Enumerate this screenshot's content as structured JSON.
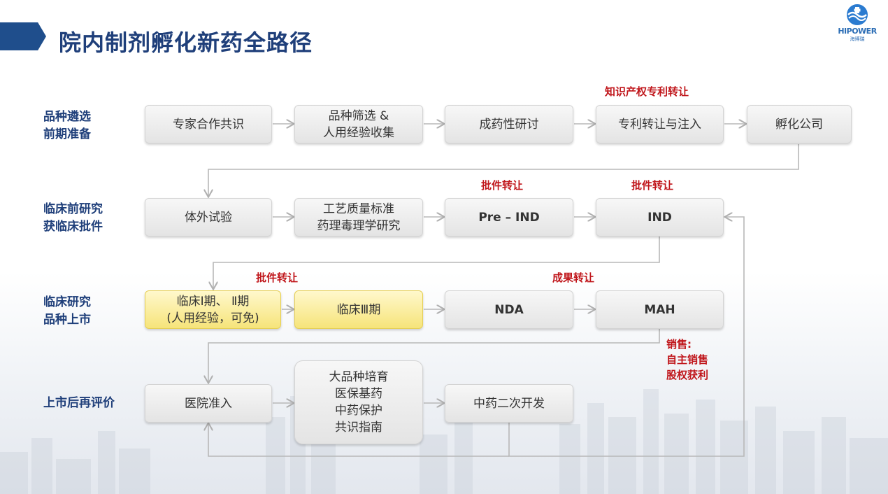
{
  "title": "院内制剂孵化新药全路径",
  "logo": {
    "text": "HIPOWER",
    "sub": "海博瑞"
  },
  "rows": [
    {
      "label": "品种遴选\n前期准备"
    },
    {
      "label": "临床前研究\n获临床批件"
    },
    {
      "label": "临床研究\n品种上市"
    },
    {
      "label": "上市后再评价"
    }
  ],
  "nodes": {
    "expert": "专家合作共识",
    "screening": "品种筛选 &\n人用经验收集",
    "drugability": "成药性研讨",
    "patent": "专利转让与注入",
    "incubator": "孵化公司",
    "invitro": "体外试验",
    "process": "工艺质量标准\n药理毒理学研究",
    "preind": "Pre – IND",
    "ind": "IND",
    "phase12": "临床Ⅰ期、 Ⅱ期\n(人用经验，可免)",
    "phase3": "临床Ⅲ期",
    "nda": "NDA",
    "mah": "MAH",
    "hospital": "医院准入",
    "cultivation": "大品种培育\n医保基药\n中药保护\n共识指南",
    "secondary": "中药二次开发"
  },
  "notes": {
    "ip_transfer": "知识产权专利转让",
    "approval_transfer_1": "批件转让",
    "approval_transfer_2": "批件转让",
    "approval_transfer_3": "批件转让",
    "result_transfer": "成果转让",
    "sales": "销售:\n自主销售\n股权获利"
  },
  "colors": {
    "title": "#1f3f7a",
    "accent_bar": "#1f4e8c",
    "red_note": "#c0161b",
    "node_gray": "#e4e4e4",
    "node_yellow": "#f6e47a",
    "connector": "#b8b8b8"
  }
}
